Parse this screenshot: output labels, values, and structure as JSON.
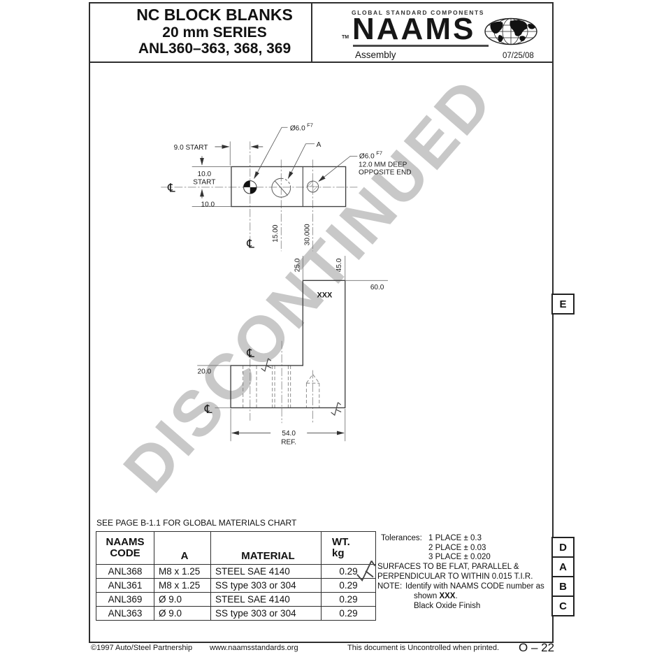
{
  "header": {
    "title_line1": "NC BLOCK BLANKS",
    "title_line2": "20 mm SERIES",
    "title_line3": "ANL360–363, 368, 369",
    "brand_tagline": "GLOBAL STANDARD COMPONENTS",
    "brand_tm": "TM",
    "brand_name": "NAAMS",
    "subtitle": "Assembly",
    "date": "07/25/08"
  },
  "watermark": {
    "text": "DISCONTINUED",
    "color": "#c8c8c8"
  },
  "drawing": {
    "top_view": {
      "dim_9_start": "9.0 START",
      "dim_10_start_l1": "10.0",
      "dim_10_start_l2": "START",
      "dim_10": "10.0",
      "hole1_label": "Ø6.0",
      "hole1_label_sup": "F7",
      "hole2_label": "A",
      "hole3_label": "Ø6.0",
      "hole3_label_sup": "F7",
      "hole3_note1": "12.0 MM DEEP",
      "hole3_note2": "OPPOSITE END",
      "dim_15": "15.00",
      "dim_30": "30.000",
      "centerline_left": "℄",
      "centerline_bottom": "℄"
    },
    "side_view": {
      "dim_25": "25.0",
      "dim_45": "45.0",
      "dim_60": "60.0",
      "dim_20": "20.0",
      "dim_54": "54.0",
      "dim_54_ref": "REF.",
      "part_marking": "XXX",
      "centerline_top": "℄",
      "centerline_left": "℄"
    }
  },
  "materials_note": "SEE PAGE B-1.1 FOR GLOBAL MATERIALS CHART",
  "table": {
    "headers": {
      "col1_line1": "NAAMS",
      "col1_line2": "CODE",
      "col2": "A",
      "col3": "MATERIAL",
      "col4_line1": "WT.",
      "col4_line2": "kg"
    },
    "rows": [
      {
        "code": "ANL368",
        "a": "M8 x 1.25",
        "material": "STEEL SAE 4140",
        "wt": "0.29"
      },
      {
        "code": "ANL361",
        "a": "M8 x 1.25",
        "material": "SS type 303 or 304",
        "wt": "0.29"
      },
      {
        "code": "ANL369",
        "a": "Ø 9.0",
        "material": "STEEL SAE 4140",
        "wt": "0.29"
      },
      {
        "code": "ANL363",
        "a": "Ø 9.0",
        "material": "SS type 303 or 304",
        "wt": "0.29"
      }
    ]
  },
  "notes": {
    "tolerances_label": "Tolerances:",
    "tolerance_lines": [
      "1 PLACE ± 0.3",
      "2 PLACE ± 0.03",
      "3 PLACE ± 0.020"
    ],
    "surfaces_line1": "SURFACES TO BE FLAT, PARALLEL &",
    "surfaces_line2": "PERPENDICULAR TO WITHIN 0.015 T.I.R.",
    "note_label": "NOTE:",
    "note_line1": "Identify with NAAMS CODE number as",
    "note_line2_prefix": "shown ",
    "note_line2_bold": "XXX",
    "note_line2_suffix": ".",
    "note_line3": "Black Oxide Finish"
  },
  "zones": {
    "e": "E",
    "d": "D",
    "a": "A",
    "b": "B",
    "c": "C"
  },
  "footer": {
    "copyright": "©1997 Auto/Steel Partnership",
    "website": "www.naamsstandards.org",
    "uncontrolled": "This document is Uncontrolled when printed.",
    "page": "O – 22"
  }
}
